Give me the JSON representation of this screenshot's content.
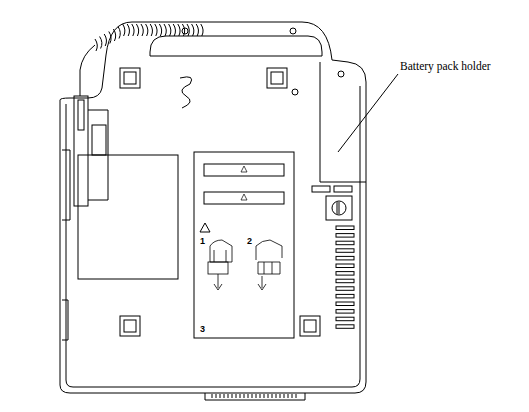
{
  "diagram": {
    "labels": [
      "Battery pack holder",
      "1",
      "2",
      "3"
    ]
  }
}
